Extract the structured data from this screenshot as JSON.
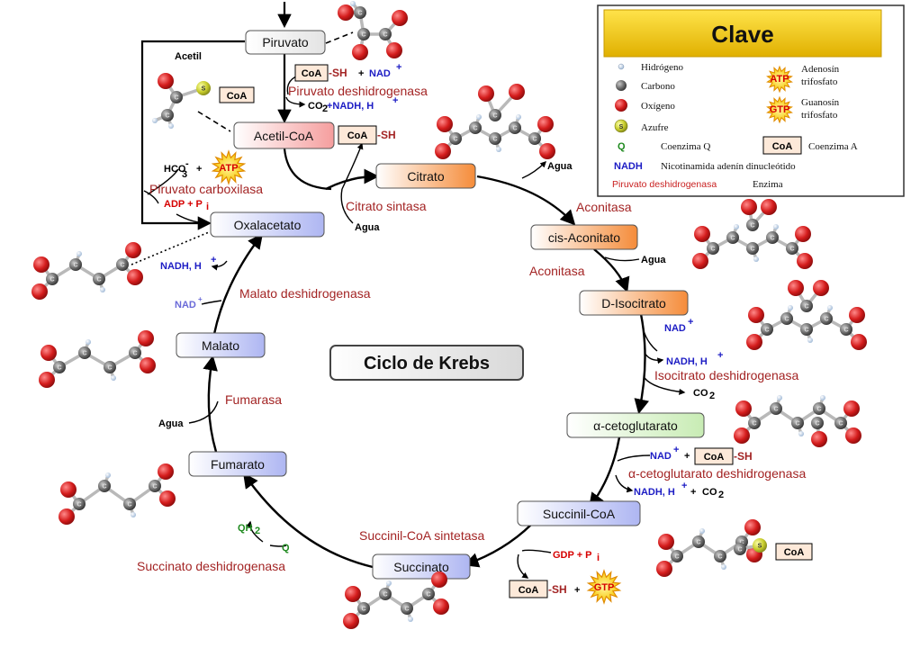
{
  "diagram": {
    "title": "Ciclo de Krebs",
    "metabolites": {
      "piruvato": "Piruvato",
      "acetil_coa": "Acetil-CoA",
      "citrato": "Citrato",
      "cis_aconitato": "cis-Aconitato",
      "d_isocitrato": "D-Isocitrato",
      "a_cetoglutarato": "α-cetoglutarato",
      "succinil_coa": "Succinil-CoA",
      "succinato": "Succinato",
      "fumarato": "Fumarato",
      "malato": "Malato",
      "oxalacetato": "Oxalacetato"
    },
    "enzymes": {
      "piruvato_deshidrogenasa": "Piruvato deshidrogenasa",
      "piruvato_carboxilasa": "Piruvato carboxilasa",
      "citrato_sintasa": "Citrato sintasa",
      "aconitasa_1": "Aconitasa",
      "aconitasa_2": "Aconitasa",
      "isocitrato_deshidrogenasa": "Isocitrato deshidrogenasa",
      "a_ceto_deshidrogenasa": "α-cetoglutarato deshidrogenasa",
      "succinil_coa_sintetasa": "Succinil-CoA sintetasa",
      "succinato_deshidrogenasa": "Succinato deshidrogenasa",
      "fumarasa": "Fumarasa",
      "malato_deshidrogenasa": "Malato deshidrogenasa"
    },
    "cofactors": {
      "acetil": "Acetil",
      "coa": "CoA",
      "sh": "-SH",
      "plus": "+",
      "nad": "NAD",
      "nad_sup": "+",
      "co2": "CO",
      "co2_sub": "2",
      "nadh_h": "NADH, H",
      "nadh_h_sup": "+",
      "co2_nadh": "+NADH, H",
      "agua": "Agua",
      "hco": "HCO",
      "hco_sub": "3",
      "hco_sup": "-",
      "atp": "ATP",
      "adp_pi": "ADP + P",
      "pi_sub": "i",
      "gdp_pi": "GDP + P",
      "gtp": "GTP",
      "qh": "QH",
      "qh_sub": "2",
      "q": "Q",
      "s": "S",
      "c": "C"
    },
    "key": {
      "title": "Clave",
      "hidrogeno": "Hidrógeno",
      "carbono": "Carbono",
      "oxigeno": "Oxígeno",
      "azufre": "Azufre",
      "q_symbol": "Q",
      "coenzima_q": "Coenzima Q",
      "coa_symbol": "CoA",
      "coenzima_a": "Coenzima A",
      "nadh_symbol": "NADH",
      "nadh_text": "Nicotinamida adenín dinucleótido",
      "enzima_example": "Piruvato deshidrogenasa",
      "enzima": "Enzima",
      "atp_symbol": "ATP",
      "adenosin_1": "Adenosín",
      "adenosin_2": "trifosfato",
      "gtp_symbol": "GTP",
      "guanosin_1": "Guanosín",
      "guanosin_2": "trifosfato"
    },
    "colors": {
      "enzyme": "#a32424",
      "nadh": "#1c1cc4",
      "coenzyme_q": "#1f8a1f",
      "red_label": "#d60000",
      "oxygen": "#d41c1c",
      "carbon": "#6b6b6b",
      "key_header": "#f3cc12"
    }
  }
}
